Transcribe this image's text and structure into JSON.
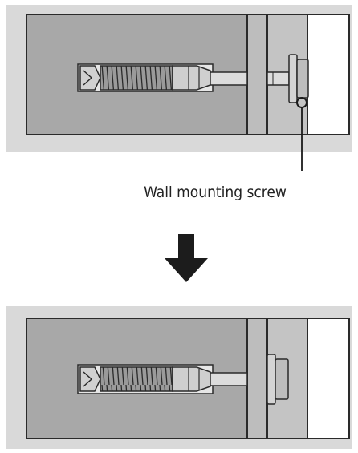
{
  "diagram": {
    "callout_label": "Wall mounting screw",
    "colors": {
      "frame": "#d9d9d9",
      "wall": "#a8a8a8",
      "plate": "#bdbdbd",
      "bracket": "#c4c4c4",
      "outline": "#2a2a2a",
      "arrow": "#1c1c1c",
      "background": "#ffffff"
    },
    "steps": [
      {
        "name": "screw-partially-inserted"
      },
      {
        "name": "screw-fully-tightened"
      }
    ],
    "icons": [
      "wall-anchor-icon",
      "screw-head-icon",
      "down-arrow-icon"
    ]
  }
}
